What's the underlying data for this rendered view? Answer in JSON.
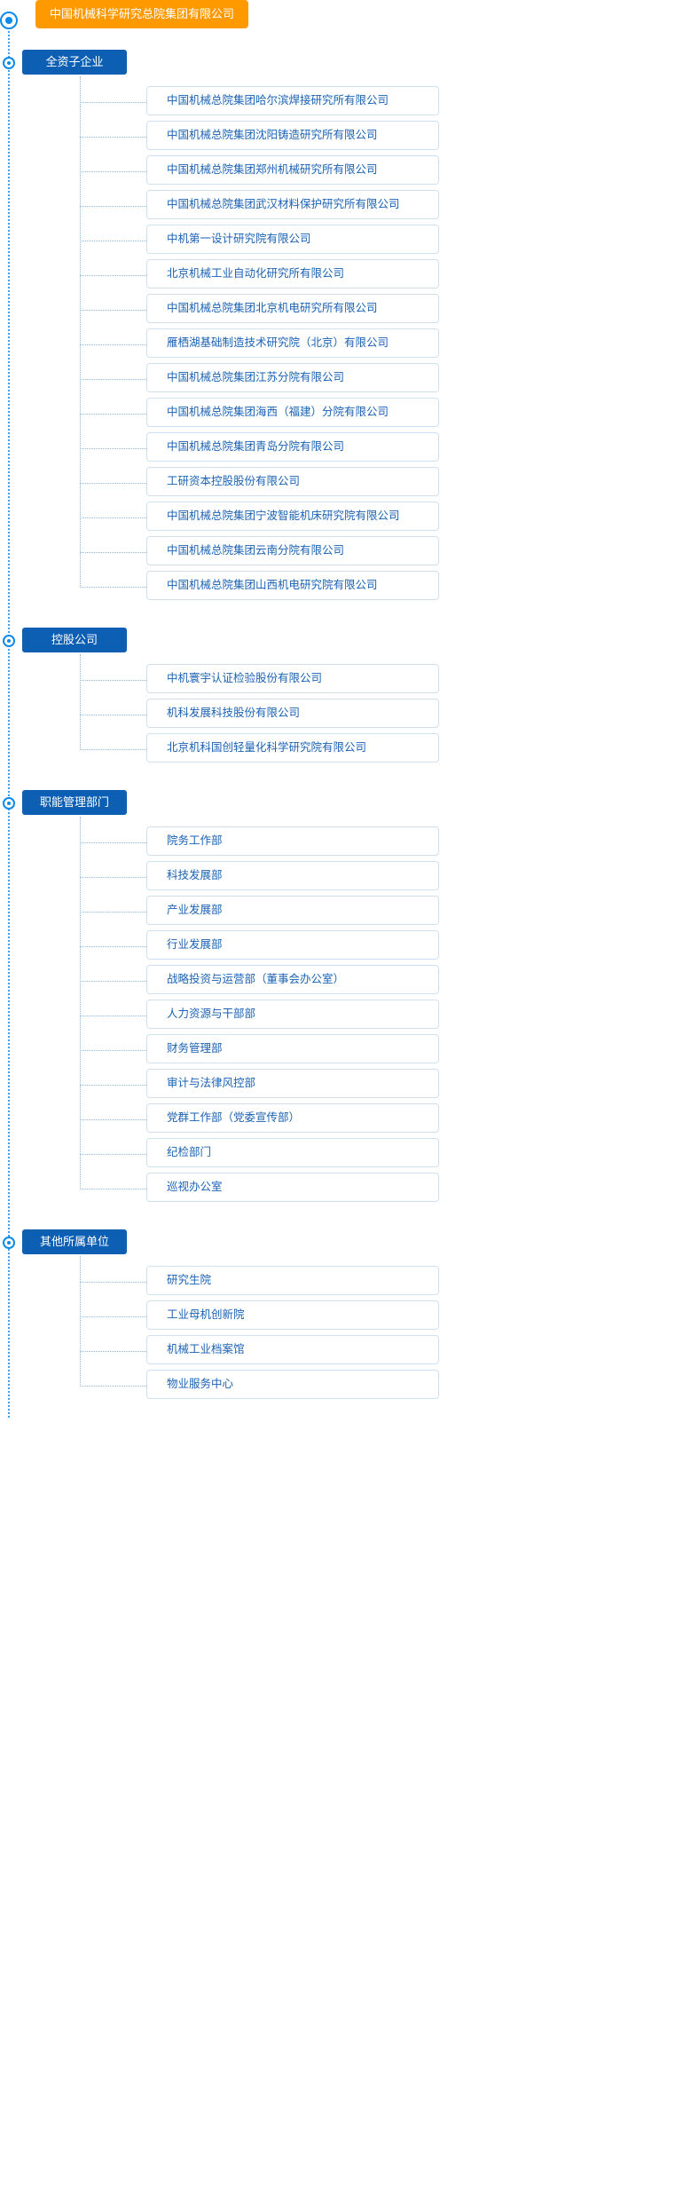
{
  "root": {
    "label": "中国机械科学研究总院集团有限公司",
    "color": "#ff9900",
    "marker": "root-node-marker"
  },
  "theme": {
    "category_bg": "#0c5fb3",
    "item_border": "#cfe0f0",
    "item_text": "#1a62b4",
    "connector": "#8fb8dd",
    "spine": "#3aa0e8"
  },
  "groups": [
    {
      "label": "全资子企业",
      "items": [
        "中国机械总院集团哈尔滨焊接研究所有限公司",
        "中国机械总院集团沈阳铸造研究所有限公司",
        "中国机械总院集团郑州机械研究所有限公司",
        "中国机械总院集团武汉材料保护研究所有限公司",
        "中机第一设计研究院有限公司",
        "北京机械工业自动化研究所有限公司",
        "中国机械总院集团北京机电研究所有限公司",
        "雁栖湖基础制造技术研究院（北京）有限公司",
        "中国机械总院集团江苏分院有限公司",
        "中国机械总院集团海西（福建）分院有限公司",
        "中国机械总院集团青岛分院有限公司",
        "工研资本控股股份有限公司",
        "中国机械总院集团宁波智能机床研究院有限公司",
        "中国机械总院集团云南分院有限公司",
        "中国机械总院集团山西机电研究院有限公司"
      ]
    },
    {
      "label": "控股公司",
      "items": [
        "中机寰宇认证检验股份有限公司",
        "机科发展科技股份有限公司",
        "北京机科国创轻量化科学研究院有限公司"
      ]
    },
    {
      "label": "职能管理部门",
      "items": [
        "院务工作部",
        "科技发展部",
        "产业发展部",
        "行业发展部",
        "战略投资与运营部（董事会办公室）",
        "人力资源与干部部",
        "财务管理部",
        "审计与法律风控部",
        "党群工作部（党委宣传部）",
        "纪检部门",
        "巡视办公室"
      ]
    },
    {
      "label": "其他所属单位",
      "items": [
        "研究生院",
        "工业母机创新院",
        "机械工业档案馆",
        "物业服务中心"
      ]
    }
  ]
}
